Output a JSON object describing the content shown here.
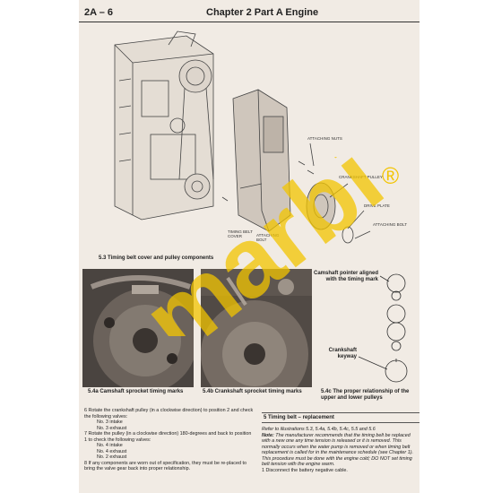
{
  "header": {
    "page_number": "2A – 6",
    "chapter": "Chapter 2  Part A   Engine"
  },
  "figure_top": {
    "caption": "5.3   Timing belt cover and pulley components",
    "labels": {
      "attaching_nuts": "Attaching nuts",
      "crankshaft_pulley": "Crankshaft pulley",
      "drive_plate": "Drive plate",
      "attaching_bolt": "Attaching bolt",
      "timing_belt_cover": "Timing belt cover",
      "attaching_bolt_2": "Attaching bolt"
    }
  },
  "photos": [
    {
      "caption": "5.4a   Camshaft sprocket timing marks"
    },
    {
      "caption": "5.4b   Crankshaft sprocket timing marks"
    }
  ],
  "diagram_c": {
    "pointer_label": "Camshaft pointer aligned with the timing mark",
    "keyway_label": "Crankshaft keyway",
    "caption": "5.4c   The proper relationship of the upper and lower pulleys"
  },
  "left_text": {
    "p6": "6     Rotate the crankshaft pulley (in a clockwise direction) to position 2 and check the following valves:",
    "p6_a": "No. 3 intake",
    "p6_b": "No. 3 exhaust",
    "p7": "7     Rotate the pulley (in a clockwise direction) 180-degrees and back to position 1 to check the following valves:",
    "p7_a": "No. 4 intake",
    "p7_b": "No. 4 exhaust",
    "p7_c": "No. 2 exhaust",
    "p8": "8     If any components are worn out of specification, they must be re-placed to bring the valve gear back into proper relationship."
  },
  "section": {
    "title": "5    Timing belt – replacement",
    "ref": "Refer to illustrations 5.3, 5.4a, 5.4b, 5.4c, 5.5 and 5.6",
    "note_label": "Note:",
    "note": "The manufacturer recommends that the timing belt be replaced with a new one any time tension is released or it is removed. This normally occurs when the water pump is removed or when timing belt replacement is called for in the maintenance schedule (see Chapter 1). This procedure must be done with the engine cold; DO NOT set timing belt tension with the engine warm.",
    "step1": "1     Disconnect the battery negative cable."
  },
  "watermark": {
    "text": "marbi",
    "mark": "®",
    "color": "#f2c400"
  }
}
